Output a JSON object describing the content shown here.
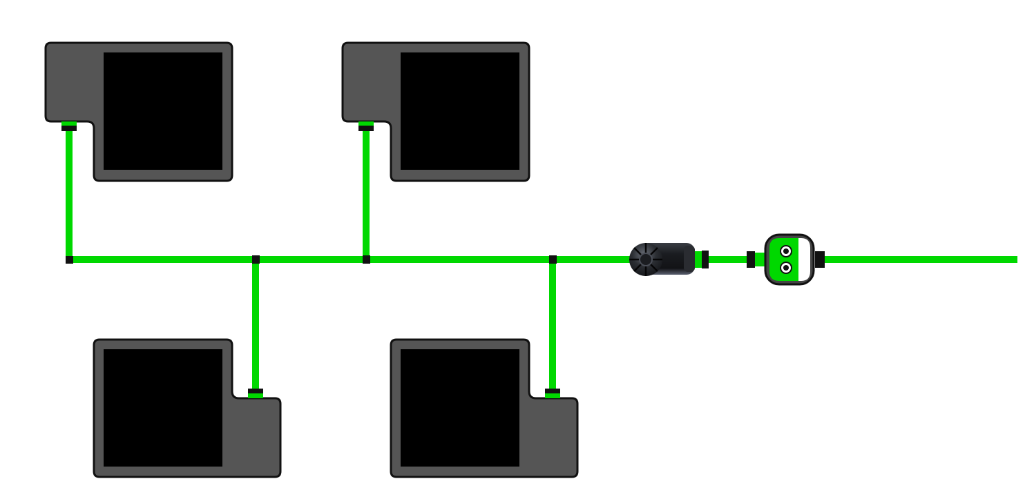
{
  "diagram": {
    "kind": "irrigation-layout",
    "background": "#ffffff",
    "colors": {
      "pipe": "#00d800",
      "connector": "#111111",
      "tray_body": "#555555",
      "tray_inner": "#000000",
      "tray_outline": "#111111",
      "valve_face": "#00d800"
    },
    "trays": [
      {
        "id": "tray-top-left",
        "row": "top",
        "inlet_side": "left"
      },
      {
        "id": "tray-top-middle",
        "row": "top",
        "inlet_side": "left"
      },
      {
        "id": "tray-bottom-left",
        "row": "bottom",
        "inlet_side": "right"
      },
      {
        "id": "tray-bottom-middle",
        "row": "bottom",
        "inlet_side": "right"
      }
    ],
    "components": [
      {
        "id": "filter",
        "icon": "filter-icon"
      },
      {
        "id": "timer-valve",
        "icon": "water-timer-icon"
      }
    ]
  }
}
